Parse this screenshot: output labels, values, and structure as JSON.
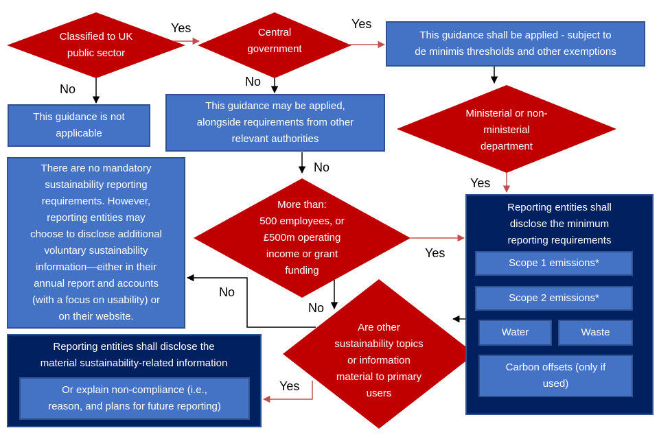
{
  "diamonds": {
    "d1": "Classified to UK\npublic sector",
    "d2": "Central\ngovernment",
    "d3": "Ministerial or non-\nministerial\ndepartment",
    "d4": "More than:\n500 employees, or\n£500m operating\nincome or grant\nfunding",
    "d5": "Are other\nsustainability topics\nor information\nmaterial to primary\nusers"
  },
  "boxes": {
    "applied": "This guidance shall be applied - subject to\nde minimis thresholds and other exemptions",
    "not_applicable": "This guidance is not\napplicable",
    "may_apply": "This guidance may be applied,\nalongside requirements from other\nrelevant authorities",
    "no_mandatory": "There are no mandatory\nsustainability reporting\nrequirements. However,\nreporting entities may\nchoose to disclose additional\nvoluntary sustainability\ninformation—either in their\nannual report and accounts\n(with a focus on usability) or\non their website."
  },
  "minimum": {
    "title": "Reporting entities shall\ndisclose the minimum\nreporting requirements",
    "items": {
      "scope1": "Scope 1 emissions*",
      "scope2": "Scope 2 emissions*",
      "water": "Water",
      "waste": "Waste",
      "offsets": "Carbon offsets (only if\nused)"
    }
  },
  "material": {
    "title": "Reporting entities shall disclose the\nmaterial sustainability-related information",
    "explain": "Or explain non-compliance (i.e.,\nreason, and plans for future reporting)"
  },
  "labels": {
    "yes1": "Yes",
    "yes2": "Yes",
    "no1": "No",
    "no2": "No",
    "yes3": "Yes",
    "no3": "No",
    "yes4": "Yes",
    "no4": "No",
    "no5": "No",
    "yes5": "Yes"
  },
  "colors": {
    "diamond_fill": "#c00000",
    "box_fill": "#4472c4",
    "dark_fill": "#002060",
    "arrow_red": "#c0504d",
    "arrow_black": "#000000"
  }
}
